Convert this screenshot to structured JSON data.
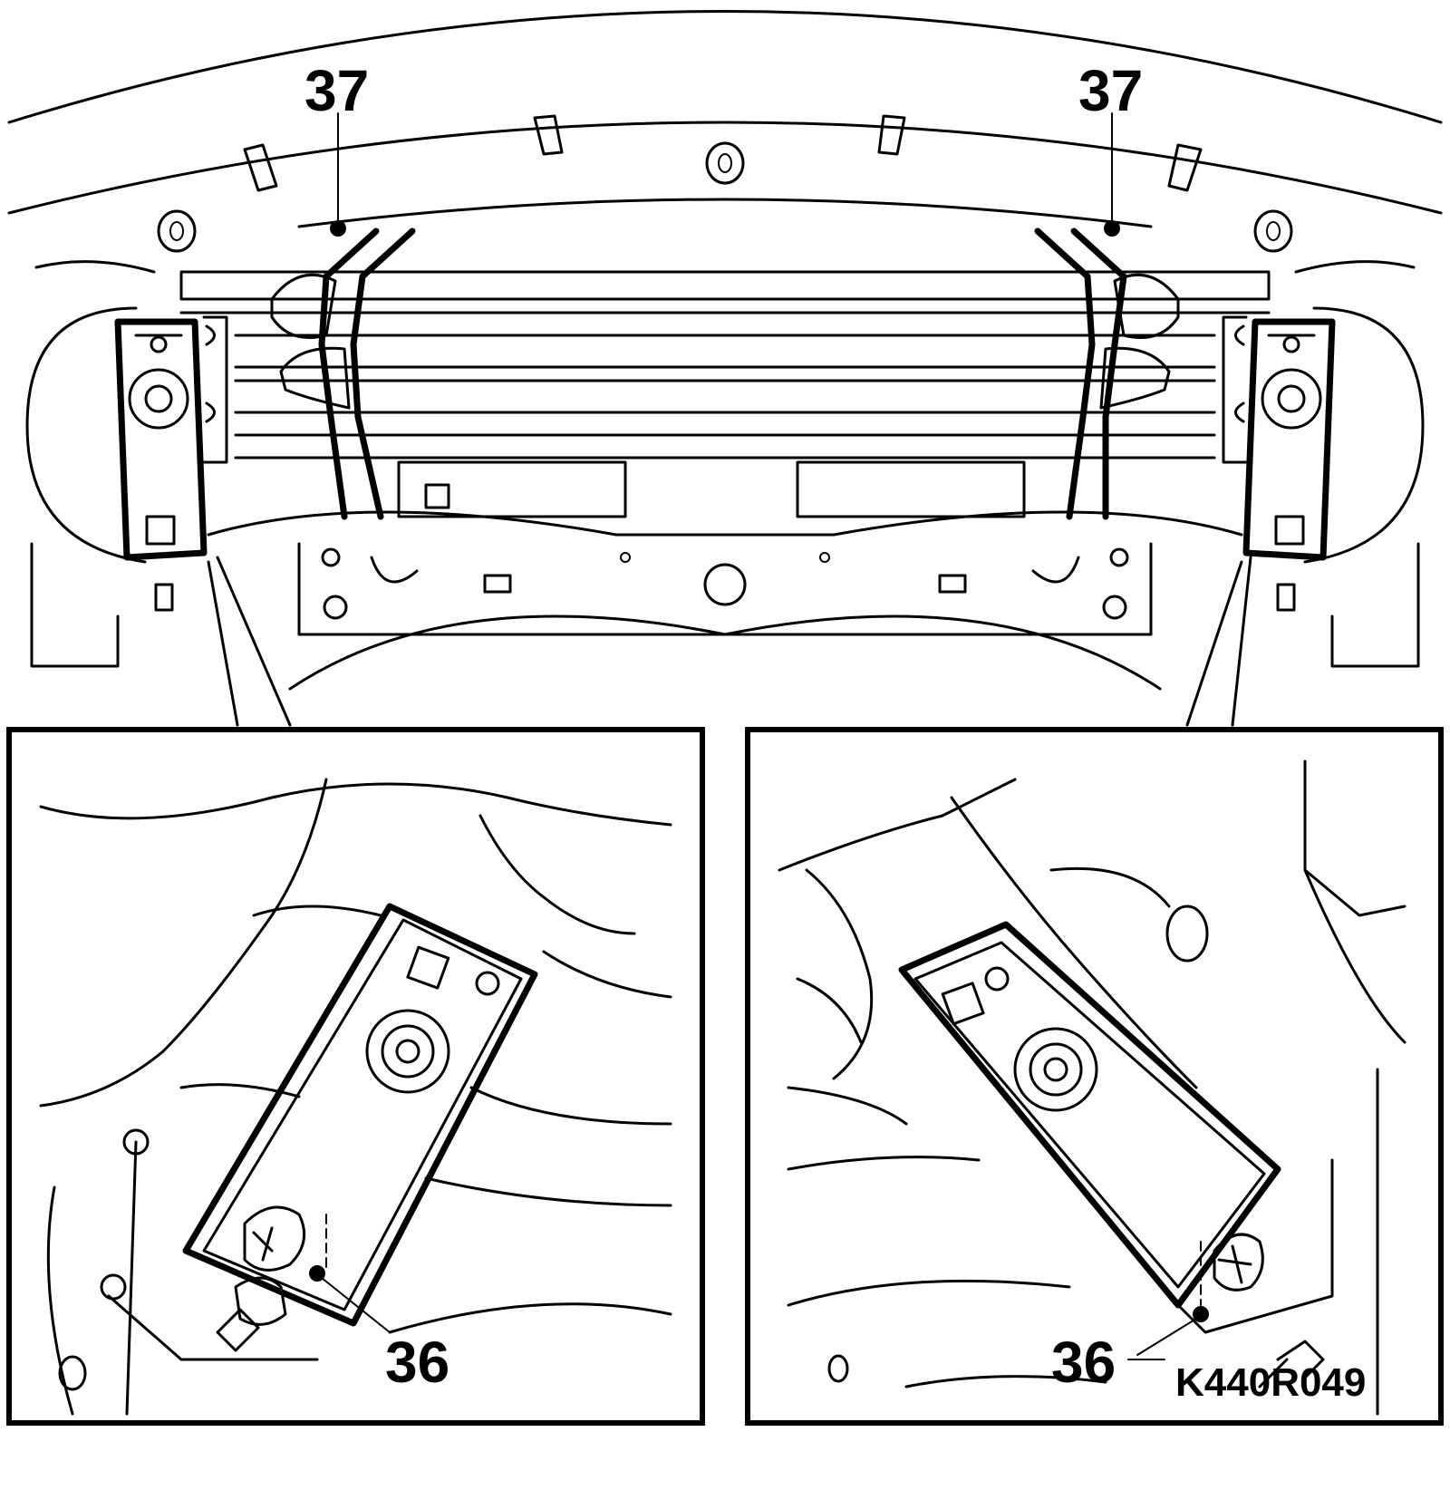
{
  "callouts": {
    "top_left": "37",
    "top_right": "37",
    "inset_left": "36",
    "inset_right": "36"
  },
  "figure_code": "K440R049"
}
